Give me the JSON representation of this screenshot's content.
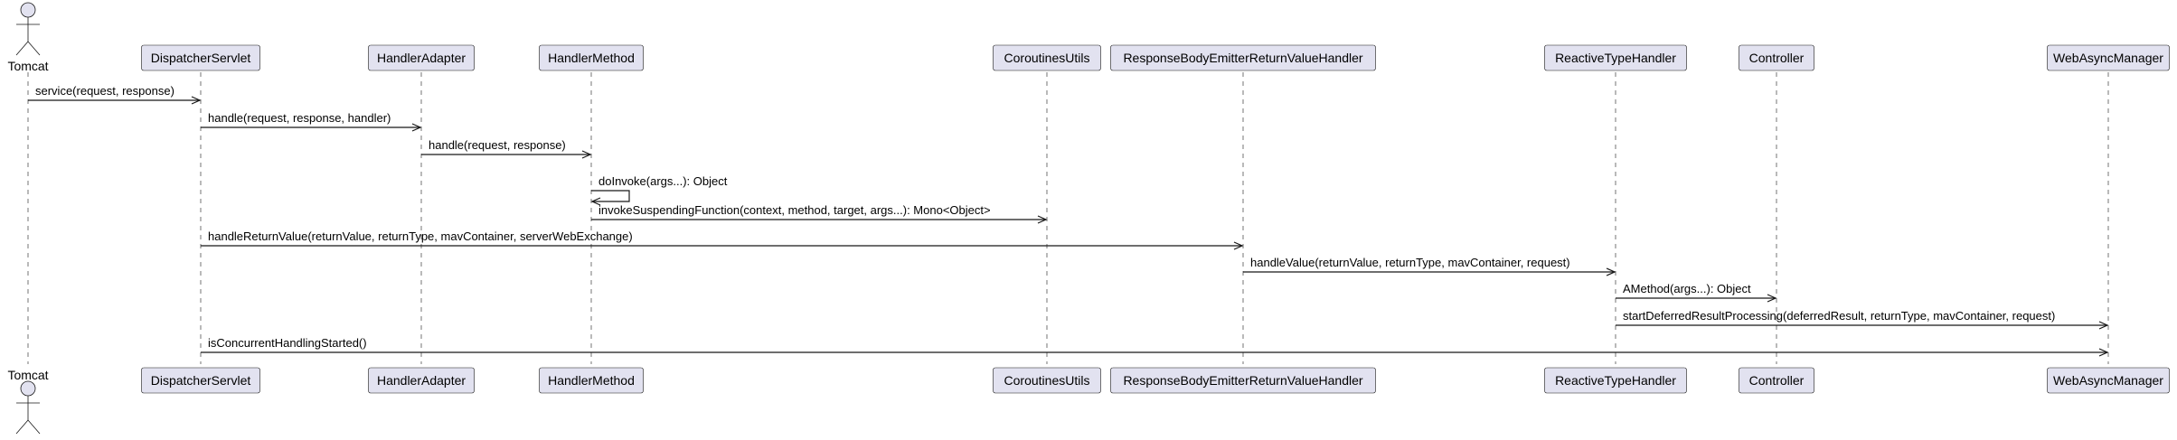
{
  "actor": {
    "name": "Tomcat"
  },
  "participants": [
    "DispatcherServlet",
    "HandlerAdapter",
    "HandlerMethod",
    "CoroutinesUtils",
    "ResponseBodyEmitterReturnValueHandler",
    "ReactiveTypeHandler",
    "Controller",
    "WebAsyncManager"
  ],
  "messages": [
    {
      "from": "Tomcat",
      "to": "DispatcherServlet",
      "label": "service(request, response)"
    },
    {
      "from": "DispatcherServlet",
      "to": "HandlerAdapter",
      "label": "handle(request, response, handler)"
    },
    {
      "from": "HandlerAdapter",
      "to": "HandlerMethod",
      "label": "handle(request, response)"
    },
    {
      "from": "HandlerMethod",
      "to": "HandlerMethod",
      "label": "doInvoke(args...): Object"
    },
    {
      "from": "HandlerMethod",
      "to": "CoroutinesUtils",
      "label": "invokeSuspendingFunction(context, method, target, args...): Mono<Object>"
    },
    {
      "from": "DispatcherServlet",
      "to": "ResponseBodyEmitterReturnValueHandler",
      "label": "handleReturnValue(returnValue, returnType, mavContainer, serverWebExchange)"
    },
    {
      "from": "ResponseBodyEmitterReturnValueHandler",
      "to": "ReactiveTypeHandler",
      "label": "handleValue(returnValue, returnType, mavContainer, request)"
    },
    {
      "from": "ReactiveTypeHandler",
      "to": "Controller",
      "label": "AMethod(args...): Object"
    },
    {
      "from": "ReactiveTypeHandler",
      "to": "WebAsyncManager",
      "label": "startDeferredResultProcessing(deferredResult, returnType, mavContainer, request)"
    },
    {
      "from": "DispatcherServlet",
      "to": "WebAsyncManager",
      "label": "isConcurrentHandlingStarted()"
    }
  ]
}
